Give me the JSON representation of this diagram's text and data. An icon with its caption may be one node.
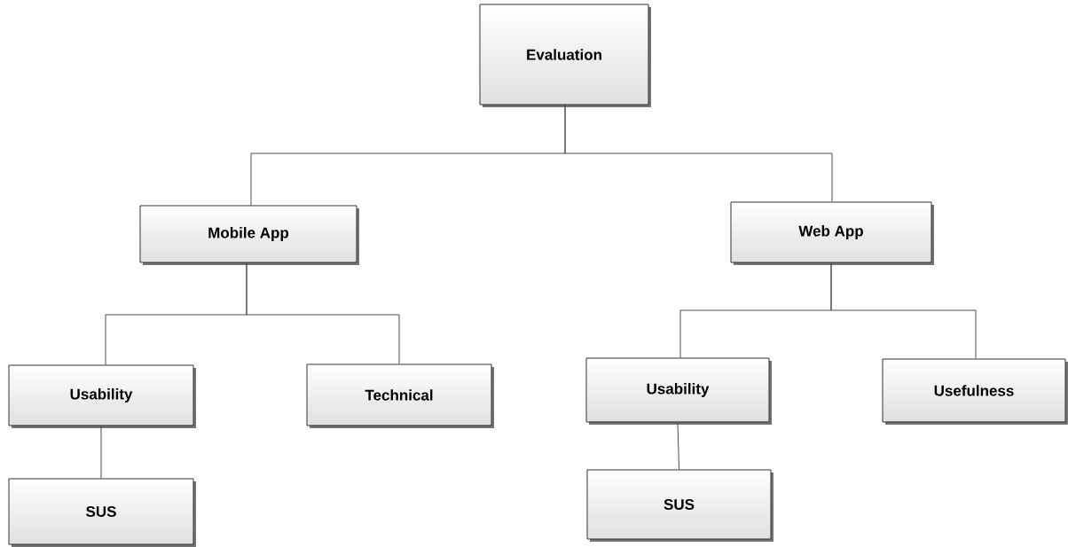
{
  "diagram": {
    "nodes": [
      {
        "text": [
          "Evaluation"
        ]
      },
      {
        "text": [
          "Mobile App"
        ]
      },
      {
        "text": [
          "Web App"
        ]
      },
      {
        "text": [
          "Usability"
        ]
      },
      {
        "text": [
          "Technical"
        ]
      },
      {
        "text": [
          "SUS"
        ]
      },
      {
        "text": [
          "Usability"
        ]
      },
      {
        "text": [
          "Usefulness"
        ]
      },
      {
        "text": [
          "SUS"
        ]
      }
    ],
    "edges": [
      {
        "from": 0,
        "to": 1,
        "arrow": "none"
      },
      {
        "from": 0,
        "to": 2,
        "arrow": "none"
      },
      {
        "from": 1,
        "to": 3,
        "arrow": "none"
      },
      {
        "from": 1,
        "to": 4,
        "arrow": "none"
      },
      {
        "from": 3,
        "to": 5,
        "arrow": "none"
      },
      {
        "from": 2,
        "to": 6,
        "arrow": "none"
      },
      {
        "from": 2,
        "to": 7,
        "arrow": "none"
      },
      {
        "from": 6,
        "to": 8,
        "arrow": "none"
      }
    ]
  }
}
